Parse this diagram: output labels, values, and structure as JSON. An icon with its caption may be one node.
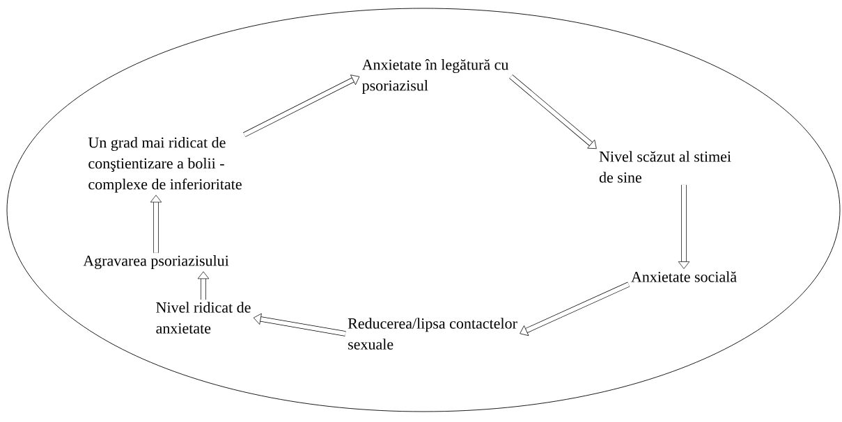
{
  "diagram": {
    "nodes": [
      {
        "text": [],
        "shape": "ellipse"
      },
      {
        "text": [
          "Anxietate în legătură cu psoriazisul"
        ],
        "in": 0
      },
      {
        "text": [
          "Nivel scăzut al stimei de sine"
        ],
        "in": 0
      },
      {
        "text": [
          "Anxietate socială"
        ],
        "in": 0
      },
      {
        "text": [
          "Reducerea/lipsa contactelor sexuale"
        ],
        "in": 0
      },
      {
        "text": [
          "Nivel ridicat de anxietate"
        ],
        "in": 0
      },
      {
        "text": [
          "Agravarea psoriazisului"
        ],
        "in": 0
      },
      {
        "text": [
          "Un grad mai ridicat de conştientizare a bolii - complexe de inferioritate"
        ],
        "in": 0
      }
    ],
    "edges": [
      {
        "from": 1,
        "to": 2,
        "arrow": "to"
      },
      {
        "from": 2,
        "to": 3,
        "arrow": "to"
      },
      {
        "from": 3,
        "to": 4,
        "arrow": "to"
      },
      {
        "from": 4,
        "to": 5,
        "arrow": "to"
      },
      {
        "from": 5,
        "to": 6,
        "arrow": "to"
      },
      {
        "from": 6,
        "to": 7,
        "arrow": "to"
      },
      {
        "from": 7,
        "to": 1,
        "arrow": "to"
      }
    ]
  }
}
